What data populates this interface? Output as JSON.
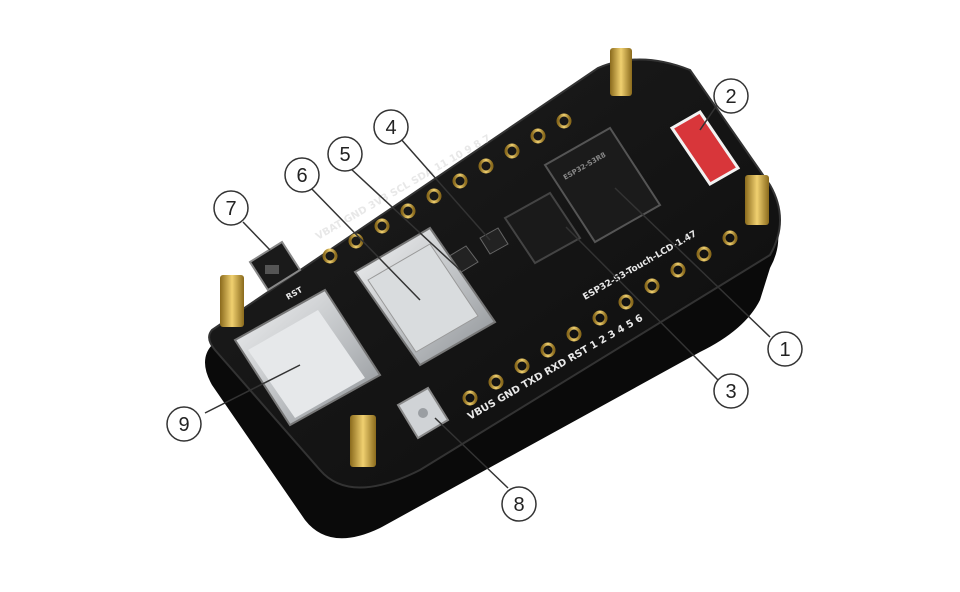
{
  "callouts": [
    {
      "id": "1",
      "label": "1"
    },
    {
      "id": "2",
      "label": "2"
    },
    {
      "id": "3",
      "label": "3"
    },
    {
      "id": "4",
      "label": "4"
    },
    {
      "id": "5",
      "label": "5"
    },
    {
      "id": "6",
      "label": "6"
    },
    {
      "id": "7",
      "label": "7"
    },
    {
      "id": "8",
      "label": "8"
    },
    {
      "id": "9",
      "label": "9"
    }
  ],
  "silkscreen": {
    "top_row": "VBAT GND 3V3 SCL SDA 11 10 9 8 7",
    "bottom_row": "VBUS GND TXD RXD RST 1 2 3 4 5 6",
    "rst_label": "RST",
    "board_name": "ESP32-S3-Touch-LCD-1.47",
    "module_text": "ESP32-S3R8"
  },
  "colors": {
    "board": "#141414",
    "board_edge": "#2a2a2a",
    "gold": "#c9a63a",
    "usb_metal": "#cfd2d4",
    "antenna": "#d8363a"
  }
}
